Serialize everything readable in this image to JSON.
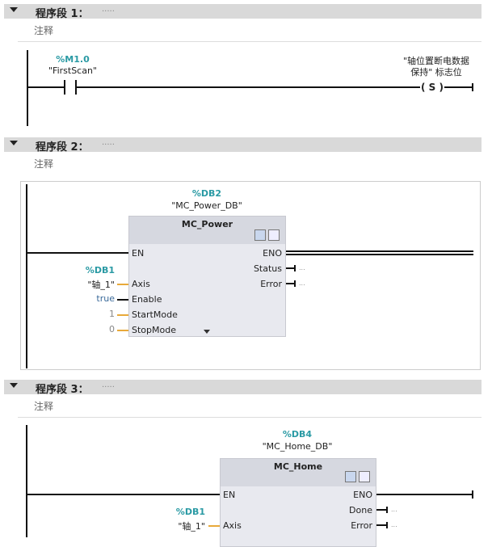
{
  "networks": [
    {
      "title": "程序段 1：",
      "dots": ".....",
      "comment": "注释",
      "contact": {
        "address": "%M1.0",
        "tag": "\"FirstScan\""
      },
      "coil": {
        "type": "S",
        "tag_line1": "\"轴位置断电数据",
        "tag_line2": "保持\" 标志位"
      }
    },
    {
      "title": "程序段 2：",
      "dots": ".....",
      "comment": "注释",
      "block": {
        "db": "%DB2",
        "db_name": "\"MC_Power_DB\"",
        "name": "MC_Power",
        "inputs": {
          "en": "EN",
          "axis": "Axis",
          "enable": "Enable",
          "startmode": "StartMode",
          "stopmode": "StopMode"
        },
        "outputs": {
          "eno": "ENO",
          "status": "Status",
          "error": "Error"
        },
        "params": {
          "axis_db": "%DB1",
          "axis_tag": "\"轴_1\"",
          "enable": "true",
          "startmode": "1",
          "stopmode": "0"
        },
        "out_values": {
          "status": "...",
          "error": "..."
        }
      }
    },
    {
      "title": "程序段 3：",
      "dots": ".....",
      "comment": "注释",
      "block": {
        "db": "%DB4",
        "db_name": "\"MC_Home_DB\"",
        "name": "MC_Home",
        "inputs": {
          "en": "EN",
          "axis": "Axis"
        },
        "outputs": {
          "eno": "ENO",
          "done": "Done",
          "error": "Error"
        },
        "params": {
          "axis_db": "%DB1",
          "axis_tag": "\"轴_1\""
        },
        "out_values": {
          "done": "...",
          "error": "..."
        }
      }
    }
  ],
  "colors": {
    "header": "#d9d9d9",
    "address": "#2a9aa4",
    "block": "#e8e9ef",
    "wire_param": "#e8a93a"
  }
}
